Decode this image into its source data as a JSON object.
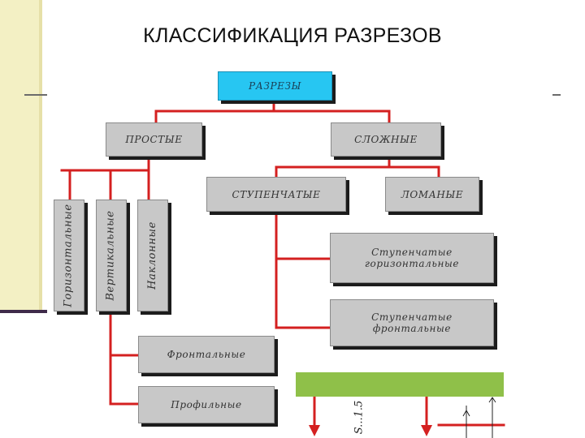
{
  "slide": {
    "title": "КЛАССИФИКАЦИЯ РАЗРЕЗОВ"
  },
  "diagram": {
    "root": "РАЗРЕЗЫ",
    "simple": "ПРОСТЫЕ",
    "complex": "СЛОЖНЫЕ",
    "stepped": "СТУПЕНЧАТЫЕ",
    "broken": "ЛОМАНЫЕ",
    "horizontal": "Горизонтальные",
    "vertical": "Вертикальные",
    "inclined": "Наклонные",
    "stepped_horizontal_line1": "Ступенчатые",
    "stepped_horizontal_line2": "горизонтальные",
    "stepped_frontal_line1": "Ступенчатые",
    "stepped_frontal_line2": "фронтальные",
    "frontal": "Фронтальные",
    "profile": "Профильные",
    "scale_label": "S...1.5",
    "line_color": "#d42020",
    "root_color": "#27c6f2",
    "box_color": "#c8c8c8",
    "bar_color": "#8fc049"
  }
}
